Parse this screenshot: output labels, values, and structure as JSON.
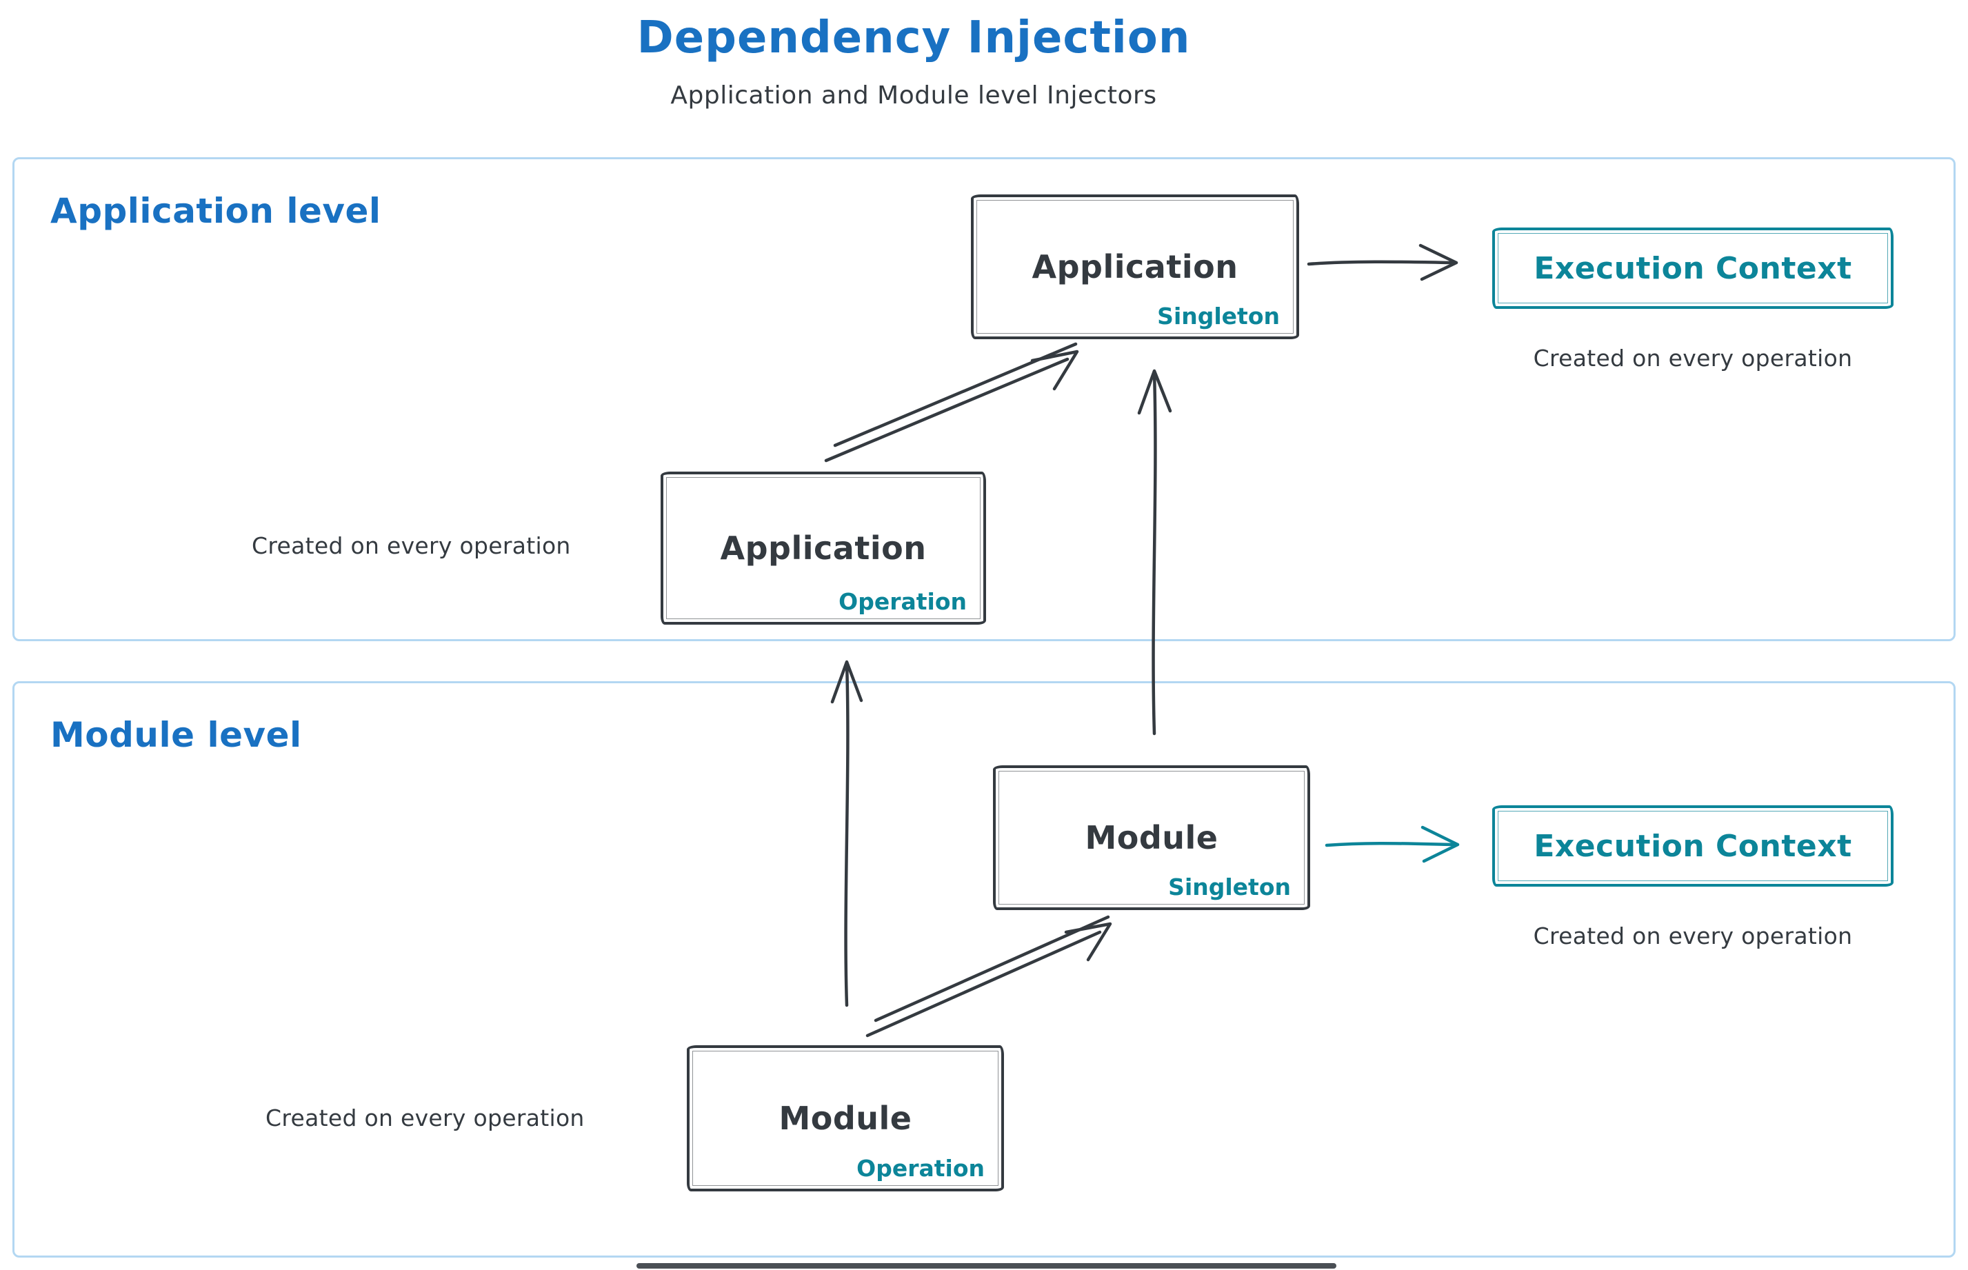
{
  "title": "Dependency Injection",
  "subtitle": "Application and Module level Injectors",
  "colors": {
    "blue": "#1971c2",
    "teal": "#0c8599",
    "dark": "#343a40",
    "container-border": "#b3d7f2"
  },
  "application_level": {
    "label": "Application level",
    "singleton_box": {
      "name": "Application",
      "variant": "Singleton"
    },
    "operation_box": {
      "name": "Application",
      "variant": "Operation"
    },
    "operation_caption": "Created on every operation",
    "execution_context": {
      "label": "Execution Context",
      "caption": "Created on every operation"
    }
  },
  "module_level": {
    "label": "Module level",
    "singleton_box": {
      "name": "Module",
      "variant": "Singleton"
    },
    "operation_box": {
      "name": "Module",
      "variant": "Operation"
    },
    "operation_caption": "Created on every operation",
    "execution_context": {
      "label": "Execution Context",
      "caption": "Created on every operation"
    }
  }
}
